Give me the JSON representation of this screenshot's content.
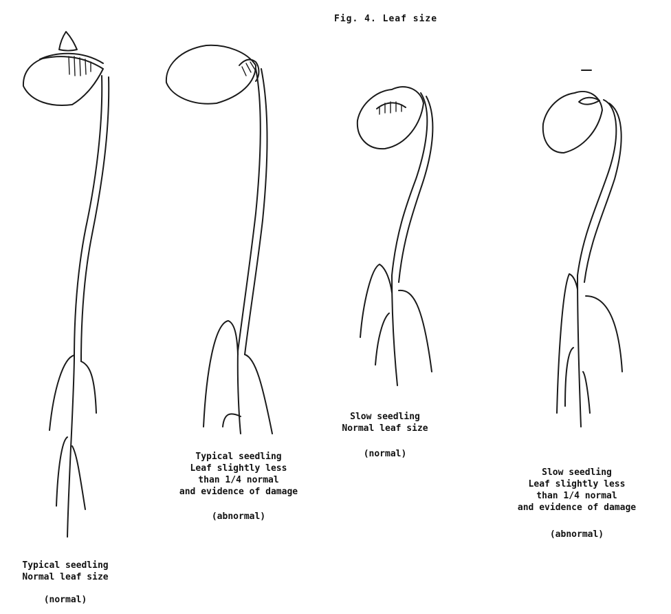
{
  "figure": {
    "title": "Fig. 4. Leaf size"
  },
  "seedlings": [
    {
      "lines": [
        "Typical seedling",
        "Normal leaf size"
      ],
      "verdict": "(normal)"
    },
    {
      "lines": [
        "Typical seedling",
        "Leaf slightly less",
        "than 1/4 normal",
        "and evidence of damage"
      ],
      "verdict": "(abnormal)"
    },
    {
      "lines": [
        "Slow seedling",
        "Normal leaf size"
      ],
      "verdict": "(normal)"
    },
    {
      "lines": [
        "Slow seedling",
        "Leaf slightly less",
        "than 1/4 normal",
        "and evidence of damage"
      ],
      "verdict": "(abnormal)"
    }
  ]
}
